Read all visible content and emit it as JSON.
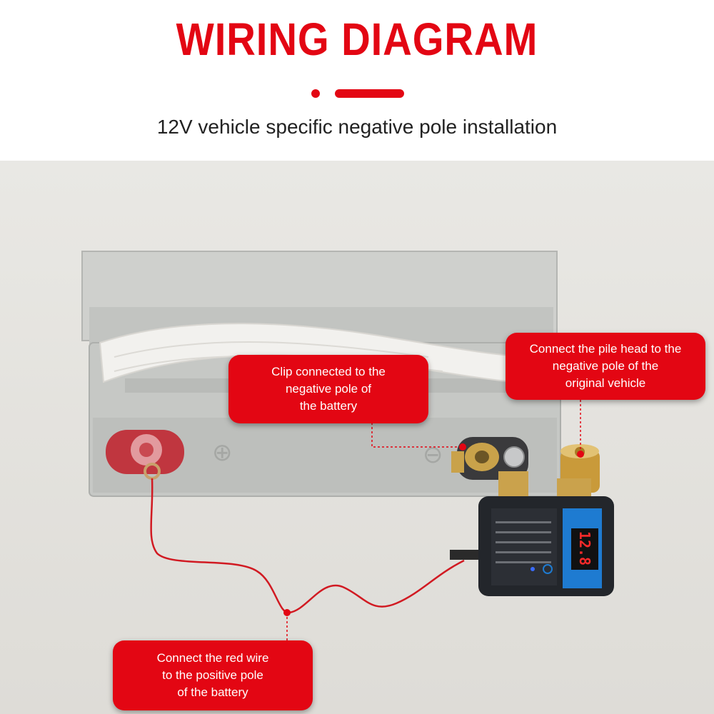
{
  "title": "WIRING DIAGRAM",
  "subtitle": "12V vehicle specific negative pole installation",
  "callouts": {
    "clip": "Clip connected to the\nnegative pole of\nthe battery",
    "pile": "Connect the pile head to the\nnegative pole of the\noriginal vehicle",
    "red_wire": "Connect the red wire\nto the positive pole\nof the battery"
  },
  "display_reading": "12.8",
  "colors": {
    "accent": "#e30613",
    "text": "#222222",
    "battery": "#c9cbc8",
    "device": "#23262b",
    "label_strip": "#1e7bd1",
    "display_digits": "#ff2a2a"
  }
}
